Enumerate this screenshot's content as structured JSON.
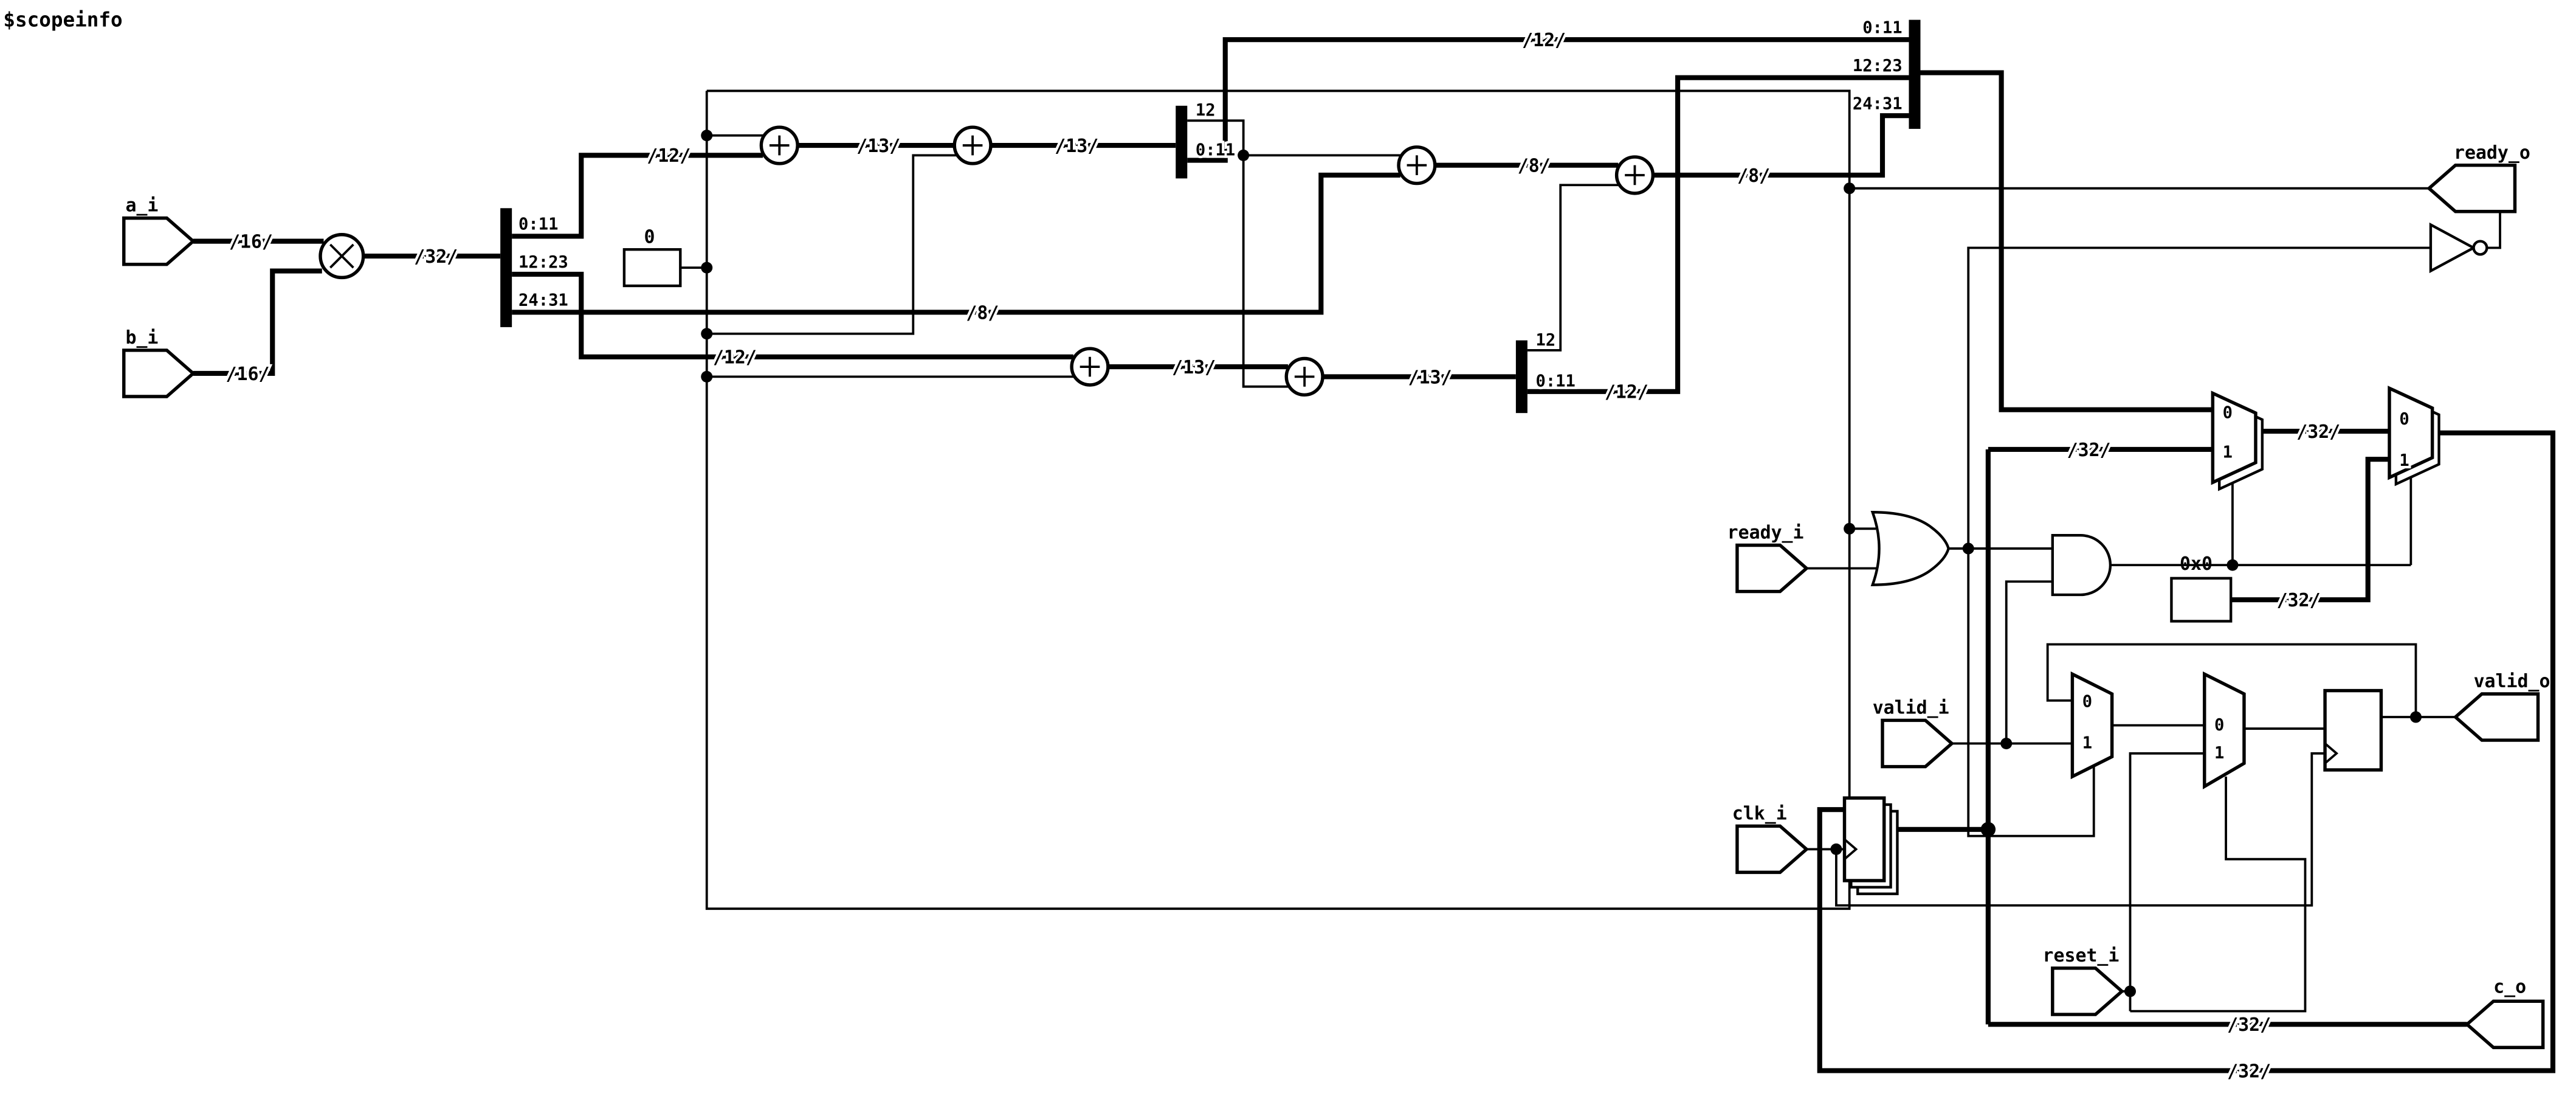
{
  "title": "$scopeinfo",
  "ports": {
    "a_i": "a_i",
    "b_i": "b_i",
    "ready_i": "ready_i",
    "valid_i": "valid_i",
    "clk_i": "clk_i",
    "reset_i": "reset_i",
    "ready_o": "ready_o",
    "valid_o": "valid_o",
    "c_o": "c_o"
  },
  "constants": {
    "zero": "0",
    "zero_hex": "0x0"
  },
  "pins": {
    "split1": [
      "0:11",
      "12:23",
      "24:31"
    ],
    "split2": [
      "12",
      "0:11"
    ],
    "split3": [
      "12",
      "0:11"
    ],
    "join": [
      "0:11",
      "12:23",
      "24:31"
    ]
  },
  "mux": {
    "in0": "0",
    "in1": "1"
  },
  "wire_widths": {
    "w8": "/8/",
    "w12": "/12/",
    "w13": "/13/",
    "w16": "/16/",
    "w32": "/32/"
  }
}
